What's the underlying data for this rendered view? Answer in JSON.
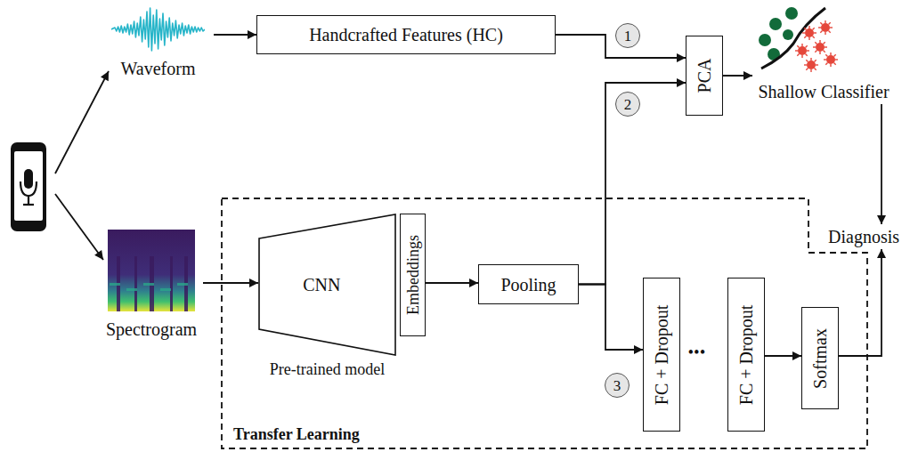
{
  "diagram": {
    "nodes": [
      {
        "text": [
          "Waveform"
        ]
      },
      {
        "text": [
          "Handcrafted Features (HC)"
        ]
      },
      {
        "text": [
          "PCA"
        ]
      },
      {
        "text": [
          "Shallow Classifier"
        ]
      },
      {
        "text": [
          "Diagnosis"
        ]
      },
      {
        "text": [
          "Spectrogram"
        ]
      },
      {
        "text": [
          "Transfer Learning"
        ]
      },
      {
        "text": [
          "CNN",
          "Pre-trained model"
        ],
        "in": 6
      },
      {
        "text": [
          "Embeddings"
        ],
        "in": 6
      },
      {
        "text": [
          "Pooling"
        ],
        "in": 6
      },
      {
        "text": [
          "FC + Dropout"
        ],
        "in": 6
      },
      {
        "text": [
          "FC + Dropout"
        ],
        "in": 6
      },
      {
        "text": [
          "Softmax"
        ],
        "in": 6
      }
    ],
    "edges": [
      {
        "from": 0,
        "to": 1,
        "arrow": "to"
      },
      {
        "from": 1,
        "to": 2,
        "arrow": "to"
      },
      {
        "from": 9,
        "to": 2,
        "arrow": "to"
      },
      {
        "from": 9,
        "to": 10,
        "arrow": "to"
      },
      {
        "from": 2,
        "to": 3,
        "arrow": "to"
      },
      {
        "from": 3,
        "to": 4,
        "arrow": "to"
      },
      {
        "from": 12,
        "to": 4,
        "arrow": "to"
      },
      {
        "from": 5,
        "to": 7,
        "arrow": "to"
      },
      {
        "from": 8,
        "to": 9,
        "arrow": "to"
      },
      {
        "from": 11,
        "to": 12,
        "arrow": "to"
      }
    ],
    "labels": [
      "1",
      "2",
      "3",
      "•••"
    ]
  }
}
